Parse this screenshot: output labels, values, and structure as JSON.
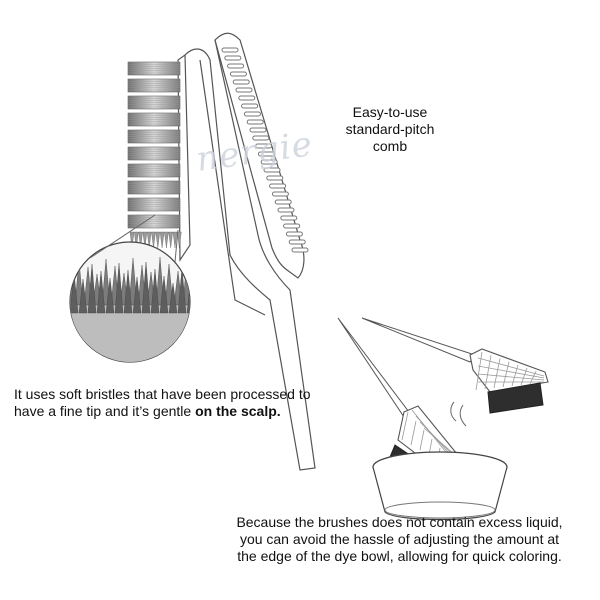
{
  "watermark": {
    "text": "nergie"
  },
  "captions": {
    "comb": [
      "Easy-to-use",
      "standard-pitch",
      "comb"
    ],
    "bristles_prefix": "It uses soft bristles that have been processed to have a fine tip and it’s gentle ",
    "bristles_bold": "on the scalp.",
    "liquid": [
      "Because the brushes does not contain excess liquid,",
      "you can avoid the hassle of adjusting the amount at",
      "the edge of the dye bowl, allowing for quick coloring."
    ]
  },
  "colors": {
    "outline": "#555555",
    "bristle_dark": "#3a3a3a",
    "bristle_mid": "#8a8a8a",
    "bristle_light": "#cfcfcf",
    "watermark": "#ccd2dd"
  },
  "icons": [
    "hair-dye-brush-comb",
    "bristle-zoom-circle",
    "dye-brush",
    "dye-bowl"
  ]
}
